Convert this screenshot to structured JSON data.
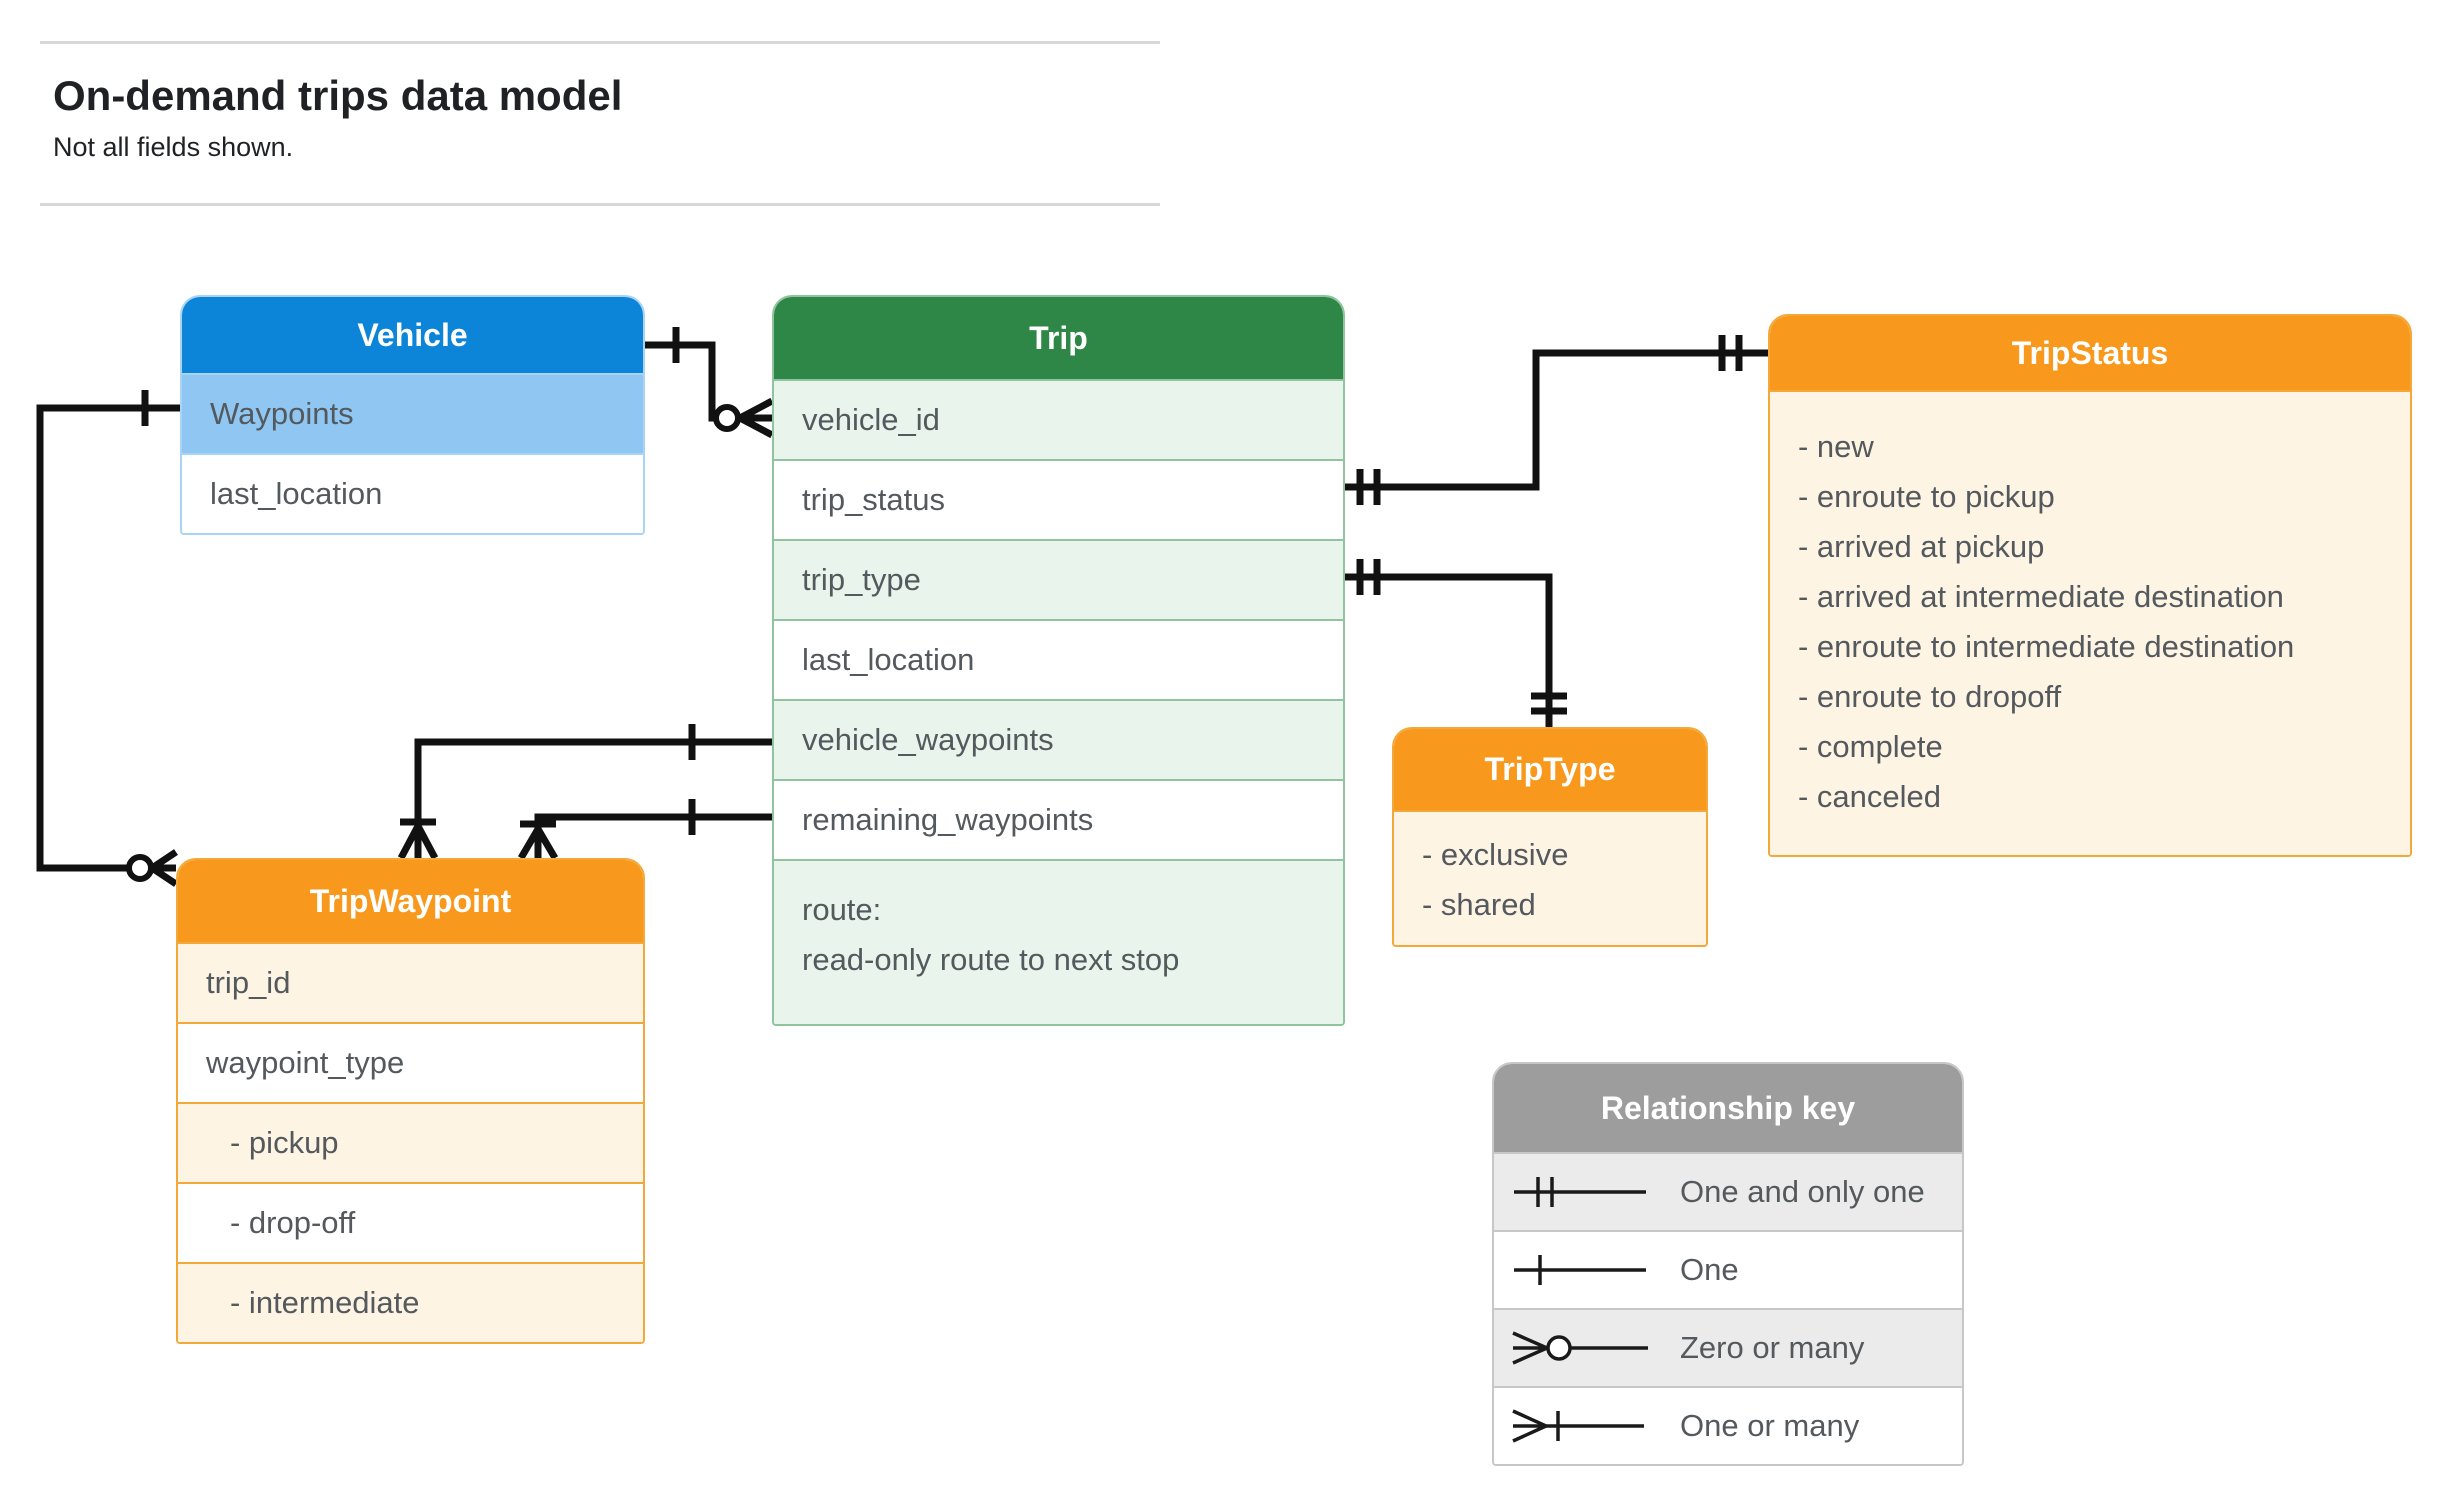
{
  "page": {
    "title": "On-demand trips data model",
    "subtitle": "Not all fields shown."
  },
  "entities": {
    "vehicle": {
      "title": "Vehicle",
      "rows": [
        "Waypoints",
        "last_location"
      ]
    },
    "trip": {
      "title": "Trip",
      "rows": [
        "vehicle_id",
        "trip_status",
        "trip_type",
        "last_location",
        "vehicle_waypoints",
        "remaining_waypoints"
      ],
      "route": [
        "route:",
        "read-only route to next stop"
      ]
    },
    "trip_status": {
      "title": "TripStatus",
      "values": [
        "- new",
        "- enroute to pickup",
        "- arrived at pickup",
        "- arrived at intermediate destination",
        "- enroute to intermediate destination",
        "- enroute to dropoff",
        "- complete",
        "- canceled"
      ]
    },
    "trip_type": {
      "title": "TripType",
      "values": [
        "- exclusive",
        "- shared"
      ]
    },
    "trip_waypoint": {
      "title": "TripWaypoint",
      "rows": [
        "trip_id",
        "waypoint_type",
        "- pickup",
        "- drop-off",
        "- intermediate"
      ]
    }
  },
  "legend": {
    "title": "Relationship key",
    "items": [
      {
        "symbol": "one-and-only-one",
        "label": "One and only one"
      },
      {
        "symbol": "one",
        "label": "One"
      },
      {
        "symbol": "zero-or-many",
        "label": "Zero or many"
      },
      {
        "symbol": "one-or-many",
        "label": "One or many"
      }
    ]
  },
  "colors": {
    "vehicle_header": "#0c84d8",
    "vehicle_highlight": "#8fc7f2",
    "trip_header": "#2e8647",
    "trip_tint": "#e9f4ec",
    "enum_header": "#f8991d",
    "enum_tint": "#fdf4e3",
    "legend_header": "#9d9d9d",
    "legend_tint": "#ebebeb",
    "connector": "#111111",
    "text": "#54595e"
  }
}
